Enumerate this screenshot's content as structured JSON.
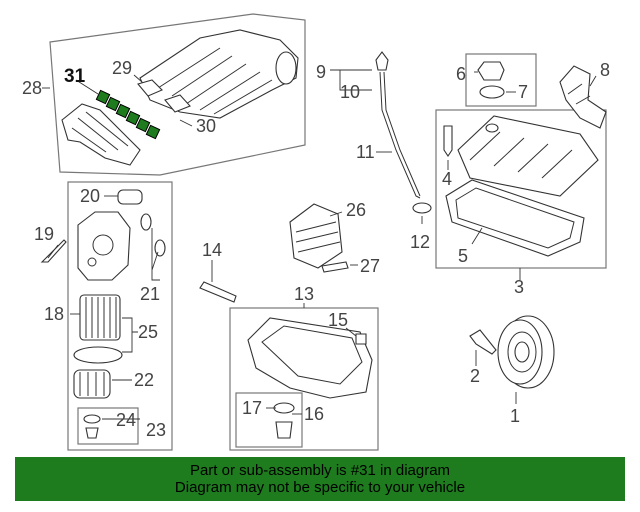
{
  "labels": {
    "l1": "1",
    "l2": "2",
    "l3": "3",
    "l4": "4",
    "l5": "5",
    "l6": "6",
    "l7": "7",
    "l8": "8",
    "l9": "9",
    "l10": "10",
    "l11": "11",
    "l12": "12",
    "l13": "13",
    "l14": "14",
    "l15": "15",
    "l16": "16",
    "l17": "17",
    "l18": "18",
    "l19": "19",
    "l20": "20",
    "l21": "21",
    "l22": "22",
    "l23": "23",
    "l24": "24",
    "l25": "25",
    "l26": "26",
    "l27": "27",
    "l28": "28",
    "l29": "29",
    "l30": "30",
    "l31": "31"
  },
  "highlight": {
    "part_number": "31",
    "color": "#1e7b1e"
  },
  "footer": {
    "line1": "Part or sub-assembly is #31 in diagram",
    "line2": "Diagram may not be specific to your vehicle",
    "background": "#1e7b1e"
  }
}
